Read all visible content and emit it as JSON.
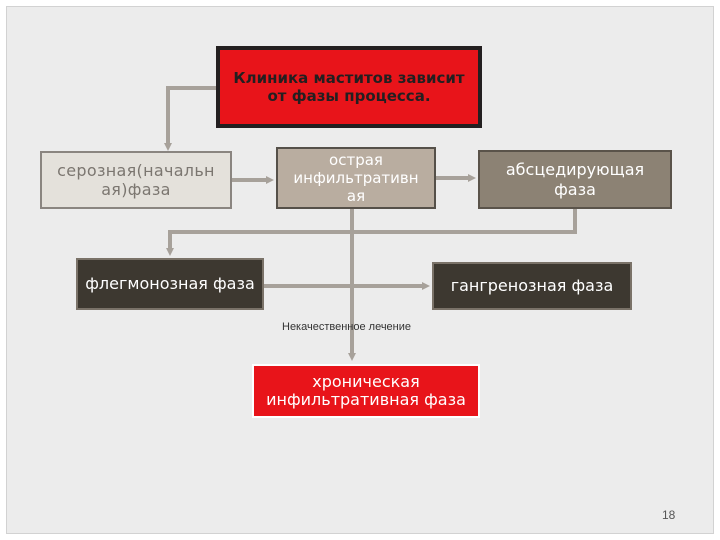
{
  "diagram": {
    "title": "Клиника маститов зависит от фазы процесса.",
    "nodes": {
      "serous": "серозная(начальн ая)фаза",
      "acute": "острая инфильтративн ая",
      "abscess": "абсцедирующая фаза",
      "phlegmonous": "флегмонозная фаза",
      "gangrenous": "гангренозная фаза",
      "chronic": "хроническая инфильтративная фаза"
    },
    "note": "Некачественное лечение"
  },
  "slide": {
    "page_number": "18"
  },
  "colors": {
    "title_fill": "#e8141a",
    "chronic_fill": "#e8141a",
    "connector": "#a7a19a",
    "dark_box": "#3d3830"
  }
}
